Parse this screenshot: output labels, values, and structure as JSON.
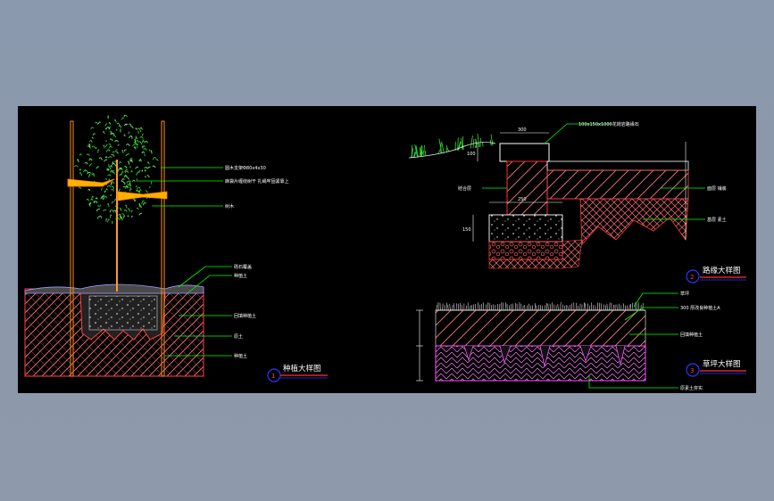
{
  "colors": {
    "background": "#8c98ab",
    "canvas": "#000000",
    "annotation": "#00ff00",
    "outline": "#ff3030",
    "soil_hatch": "#ff8a8a",
    "tree_foliage": "#33cc33",
    "tree_trunk": "#ff7f00",
    "stake_band": "#ffb000",
    "magenta": "#ff33ff",
    "cyan": "#55aaff",
    "blue": "#3333ff",
    "white": "#ffffff"
  },
  "detail1": {
    "title": "种植大样图",
    "number": "1",
    "labels": [
      "圆木支架Φ80x4x30",
      "麻袋片缠绕树干 扎绳牢固紧靠上",
      "树木",
      "砾石覆盖",
      "种植土",
      "回填种植土",
      "原土",
      "种植土"
    ]
  },
  "detail2": {
    "title": "路缘大样图",
    "number": "2",
    "labels": [
      "100x150x1000花岗岩路缘石",
      "结合层",
      "面层 铺装",
      "基层 素土"
    ],
    "dims": [
      "300",
      "250",
      "100",
      "150"
    ]
  },
  "detail3": {
    "title": "草坪大样图",
    "number": "3",
    "labels": [
      "草坪",
      "300 厚改良种植土A",
      "回填种植土",
      "原素土夯实"
    ]
  }
}
